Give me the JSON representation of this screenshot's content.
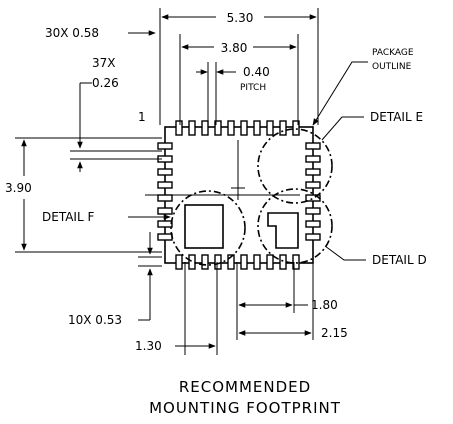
{
  "labels": {
    "pitch_count": "30X 0.58",
    "width_total": "5.30",
    "width_inner": "3.80",
    "pitch_value": "0.40",
    "pitch_word": "PITCH",
    "width_count": "37X",
    "width_value": "0.26",
    "pin_one": "1",
    "package_line1": "PACKAGE",
    "package_line2": "OUTLINE",
    "detail_e": "DETAIL E",
    "detail_f": "DETAIL F",
    "detail_d": "DETAIL D",
    "height_total": "3.90",
    "corner_pad": "10X 0.53",
    "dim_180": "1.80",
    "dim_215": "2.15",
    "dim_130": "1.30"
  },
  "title": {
    "line1": "RECOMMENDED",
    "line2": "MOUNTING FOOTPRINT"
  }
}
